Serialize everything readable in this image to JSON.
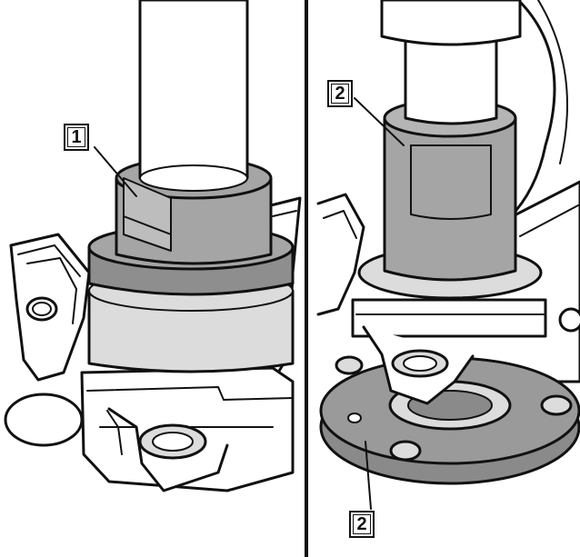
{
  "figure": {
    "callouts": [
      {
        "label": "1"
      },
      {
        "label": "2"
      },
      {
        "label": "2"
      }
    ]
  },
  "colors": {
    "ink": "#111111",
    "tool_gray": "#a5a5a5",
    "tool_dark": "#7f7f7f",
    "part_light": "#dcdcdc",
    "hub_gray": "#8a8a8a",
    "background": "#ffffff"
  }
}
